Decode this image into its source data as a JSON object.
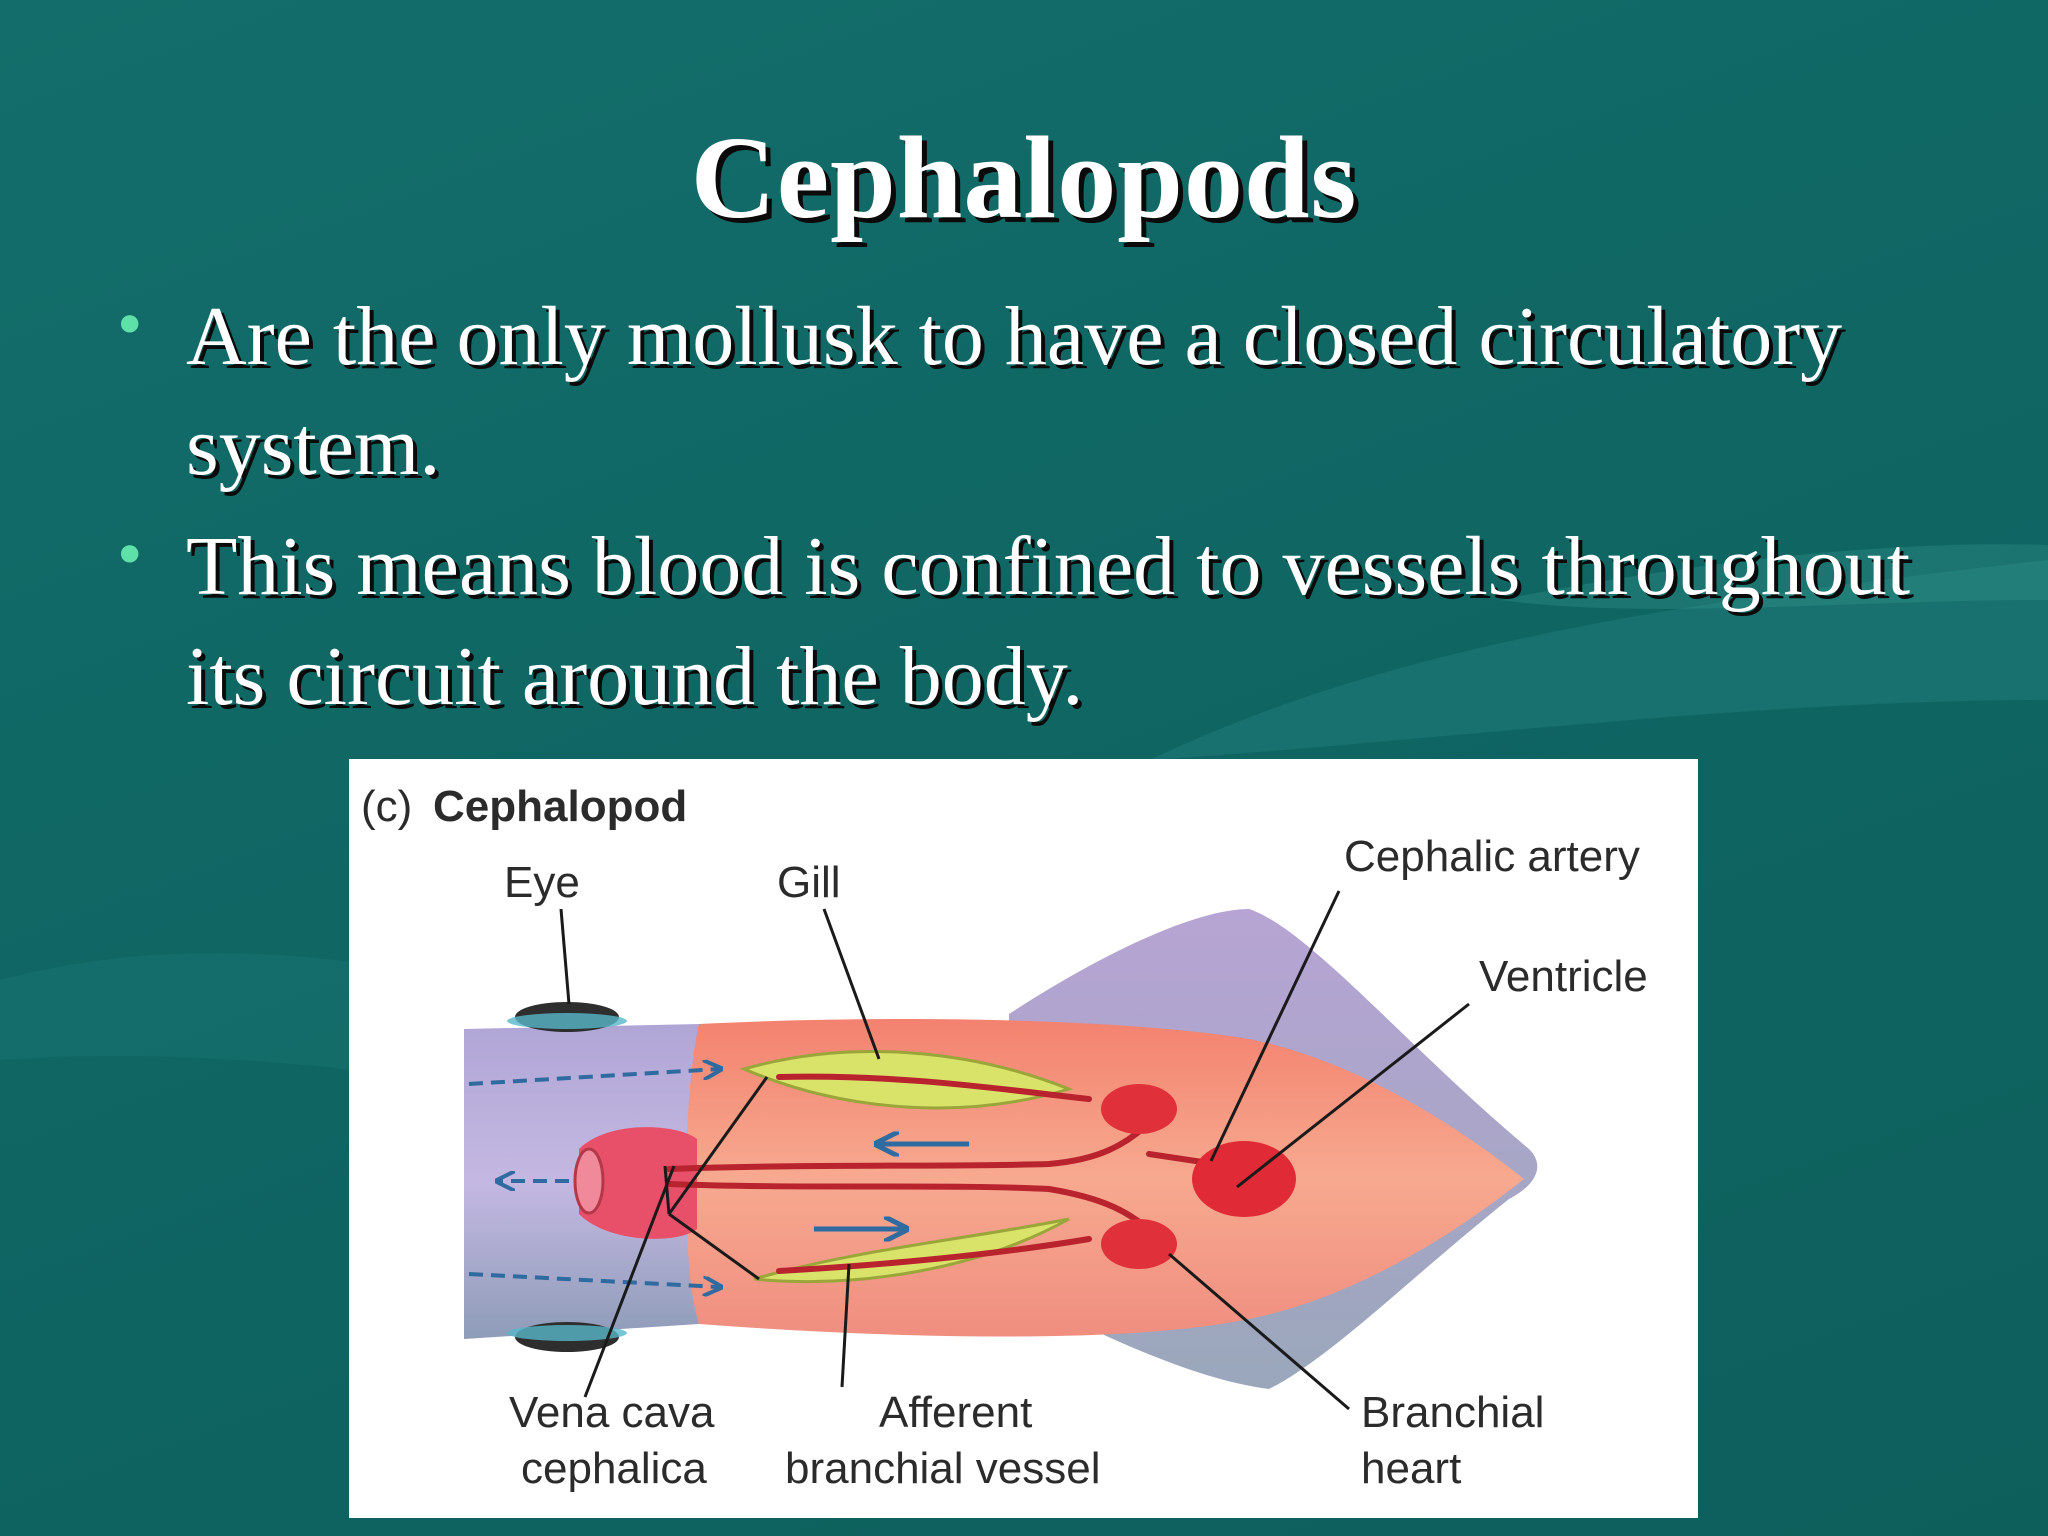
{
  "title": "Cephalopods",
  "bullets": [
    "Are the only mollusk to have a closed circulatory system.",
    "This means blood is confined to vessels throughout its circuit around the body."
  ],
  "figure": {
    "panel_prefix": "(c)",
    "panel_title": "Cephalopod",
    "labels": {
      "eye": "Eye",
      "gill": "Gill",
      "cephalic_artery": "Cephalic artery",
      "ventricle": "Ventricle",
      "vena_cava_line1": "Vena cava",
      "vena_cava_line2": "cephalica",
      "afferent_line1": "Afferent",
      "afferent_line2": "branchial vessel",
      "branchial_line1": "Branchial",
      "branchial_line2": "heart"
    }
  },
  "colors": {
    "background": "#0f6663",
    "bullet_dot": "#5fe0a8",
    "title_text": "#ffffff"
  }
}
